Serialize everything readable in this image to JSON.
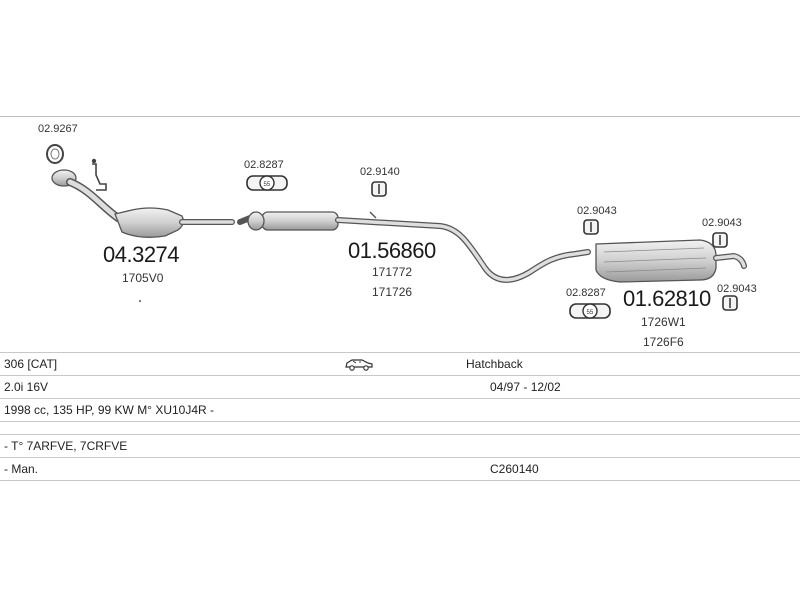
{
  "clamp_top_left": "02.9267",
  "catalyst": {
    "number": "04.3274",
    "oe": "1705V0"
  },
  "clamp_front": "02.8287",
  "hanger_middle": "02.9140",
  "middle_silencer": {
    "number": "01.56860",
    "oe1": "171772",
    "oe2": "171726"
  },
  "rear_mount_left": "02.9043",
  "rear_mount_right": "02.9043",
  "rear_mount_lower": "02.9043",
  "clamp_rear": "02.8287",
  "rear_silencer": {
    "number": "01.62810",
    "oe1": "1726W1",
    "oe2": "1726F6"
  },
  "spec": {
    "model": "306  [CAT]",
    "body": "Hatchback",
    "engine": "2.0i  16V",
    "years": "04/97  -  12/02",
    "details": "1998 cc, 135 HP, 99 KW M° XU10J4R  -",
    "engine_codes": "-  T° 7ARFVE, 7CRFVE",
    "gearbox": "-  Man.",
    "kit_code": "C260140"
  },
  "colors": {
    "line": "#bdbdbd",
    "part_fill": "#d6d6d6",
    "part_stroke": "#555555"
  },
  "icons": {
    "vehicle": "car-hatchback-icon"
  }
}
